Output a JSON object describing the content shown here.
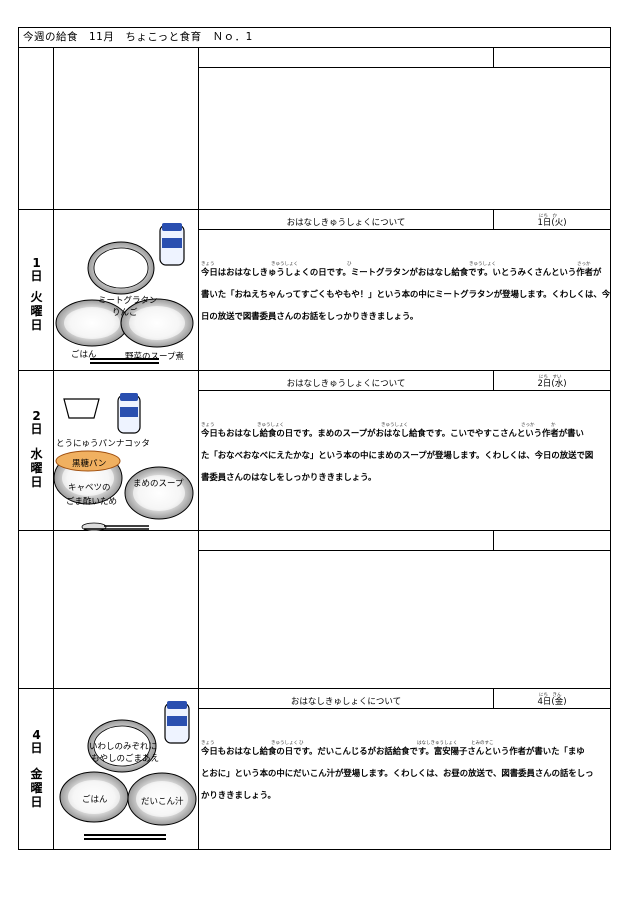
{
  "header": {
    "title": "今週の給食　11月　ちょこっと食育　Ｎｏ．1"
  },
  "rows": [
    {
      "day_num": "",
      "day_unit": "",
      "weekday": [],
      "topic": "",
      "date": "",
      "lines": []
    },
    {
      "day_num": "1",
      "day_unit": "日",
      "weekday": [
        "火",
        "曜",
        "日"
      ],
      "topic": "おはなしきゅうしょくについて",
      "date": "1日(火)",
      "date_ruby": "にち　か",
      "rubies": [
        "きょう",
        "きゅうしょく",
        "ひ",
        "きゅうしょく",
        "さっか"
      ],
      "lines": [
        "今日はおはなしきゅうしょくの日です。ミートグラタンがおはなし給食です。いとうみくさんという作者が",
        "書いた「おねえちゃんってすごくもやもや！」という本の中にミートグラタンが登場します。くわしくは、今",
        "日の放送で図書委員さんのお話をしっかりききましょう。"
      ],
      "foods": {
        "a": "ミートグラタン",
        "b": "りんご",
        "c": "ごはん",
        "d": "野菜のスープ煮"
      }
    },
    {
      "day_num": "2",
      "day_unit": "日",
      "weekday": [
        "水",
        "曜",
        "日"
      ],
      "topic": "おはなしきゅうしょくについて",
      "date": "2日(水)",
      "date_ruby": "にち　すい",
      "rubies": [
        "きょう",
        "きゅうしょく",
        "さっか",
        "か"
      ],
      "lines": [
        "今日もおはなし給食の日です。まめのスープがおはなし給食です。こいでやすこさんという作者が書い",
        "た「おなべおなべにえたかな」という本の中にまめのスープが登場します。くわしくは、今日の放送で図",
        "書委員さんのはなしをしっかりききましょう。"
      ],
      "foods": {
        "a": "とうにゅうパンナコッタ",
        "b": "黒糖パン",
        "c": "キャベツの",
        "d": "ごま酢いため",
        "e": "まめのスープ"
      }
    },
    {
      "day_num": "",
      "day_unit": "",
      "weekday": [],
      "topic": "",
      "date": "",
      "lines": []
    },
    {
      "day_num": "4",
      "day_unit": "日",
      "weekday": [
        "金",
        "曜",
        "日"
      ],
      "topic": "おはなしきゅしょくについて",
      "date": "4日(金)",
      "date_ruby": "にち　きん",
      "rubies": [
        "きょう",
        "きゅうしょく",
        "ひ",
        "はなしきゅうしょく",
        "とみのすこ"
      ],
      "lines": [
        "今日もおはなし給食の日です。だいこんじるがお話給食です。富安陽子さんという作者が書いた「まゆ",
        "とおに」という本の中にだいこん汁が登場します。くわしくは、お昼の放送で、図書委員さんの話をしっ",
        "かりききましょう。"
      ],
      "foods": {
        "a": "いわしのみぞれに",
        "b": "もやしのごまあえ",
        "c": "ごはん",
        "d": "だいこん汁"
      }
    }
  ]
}
